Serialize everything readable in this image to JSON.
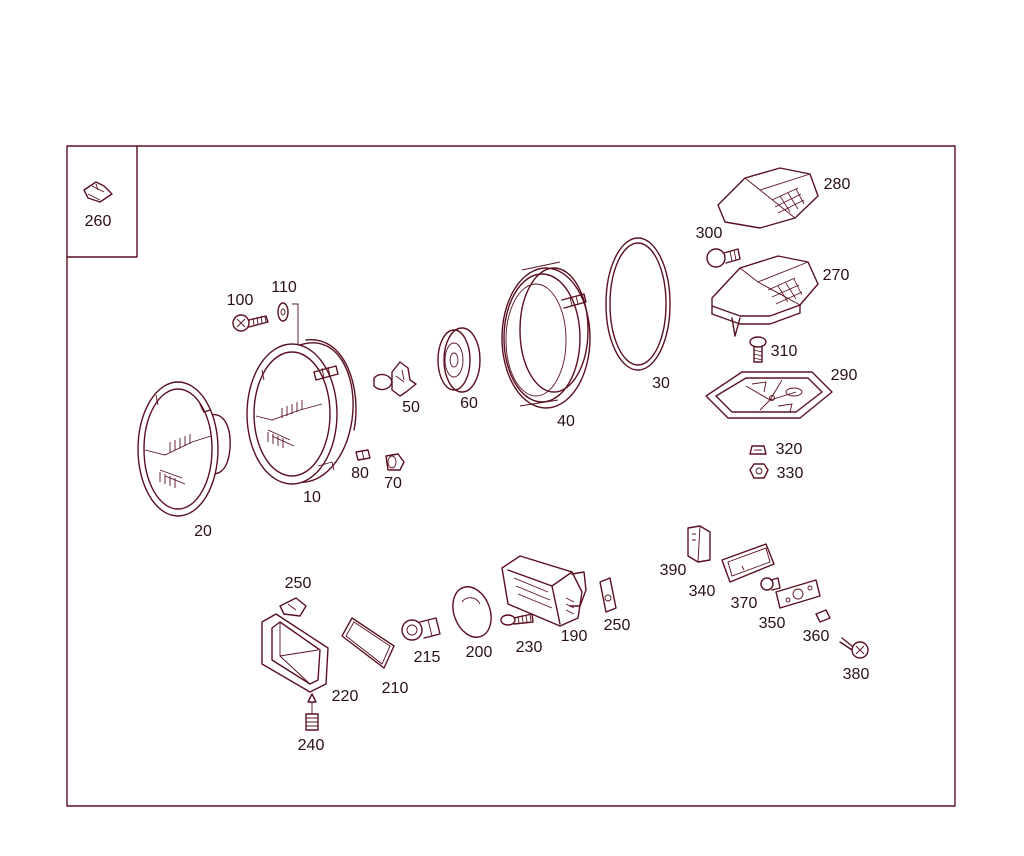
{
  "colors": {
    "line": "#5a1020",
    "text": "#2a0f14",
    "background": "#ffffff"
  },
  "parts": [
    {
      "id": "p260",
      "label": "260"
    },
    {
      "id": "p280",
      "label": "280"
    },
    {
      "id": "p300",
      "label": "300"
    },
    {
      "id": "p270",
      "label": "270"
    },
    {
      "id": "p310",
      "label": "310"
    },
    {
      "id": "p290",
      "label": "290"
    },
    {
      "id": "p320",
      "label": "320"
    },
    {
      "id": "p330",
      "label": "330"
    },
    {
      "id": "p100",
      "label": "100"
    },
    {
      "id": "p110",
      "label": "110"
    },
    {
      "id": "p50",
      "label": "50"
    },
    {
      "id": "p60",
      "label": "60"
    },
    {
      "id": "p40",
      "label": "40"
    },
    {
      "id": "p30",
      "label": "30"
    },
    {
      "id": "p80",
      "label": "80"
    },
    {
      "id": "p70",
      "label": "70"
    },
    {
      "id": "p10",
      "label": "10"
    },
    {
      "id": "p20",
      "label": "20"
    },
    {
      "id": "p390",
      "label": "390"
    },
    {
      "id": "p340",
      "label": "340"
    },
    {
      "id": "p370",
      "label": "370"
    },
    {
      "id": "p350",
      "label": "350"
    },
    {
      "id": "p360",
      "label": "360"
    },
    {
      "id": "p380",
      "label": "380"
    },
    {
      "id": "p250a",
      "label": "250"
    },
    {
      "id": "p250b",
      "label": "250"
    },
    {
      "id": "p190",
      "label": "190"
    },
    {
      "id": "p230",
      "label": "230"
    },
    {
      "id": "p200",
      "label": "200"
    },
    {
      "id": "p215",
      "label": "215"
    },
    {
      "id": "p210",
      "label": "210"
    },
    {
      "id": "p220",
      "label": "220"
    },
    {
      "id": "p240",
      "label": "240"
    }
  ]
}
